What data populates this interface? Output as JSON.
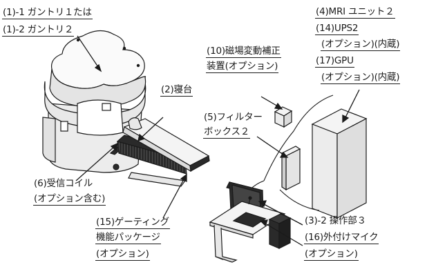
{
  "labels": {
    "gantry_1": "(1)-1 ガントリ１たは",
    "gantry_2": "(1)-2 ガントリ２",
    "couch": "(2)寝台",
    "coil_1": "(6)受信コイル",
    "coil_2": "(オプション含む)",
    "gating_1": "(15)ゲーティング",
    "gating_2": "機能パッケージ",
    "gating_3": "(オプション)",
    "field_1": "(10)磁場変動補正",
    "field_2": "装置(オプション)",
    "filter_1": "(5)フィルター",
    "filter_2": "ボックス２",
    "mri_unit": "(4)MRI ユニット２",
    "ups_1": "(14)UPS2",
    "ups_2": "(オプション)(内蔵)",
    "gpu_1": "(17)GPU",
    "gpu_2": "(オプション)(内蔵)",
    "console_1": "(3)-2 操作部３",
    "mic_1": "(16)外付けマイク",
    "mic_2": "(オプション)"
  },
  "colors": {
    "line": "#1a1a1a",
    "face_light": "#f4f4f4",
    "face_mid": "#dcdcdc",
    "face_dark": "#2a2a2a"
  }
}
